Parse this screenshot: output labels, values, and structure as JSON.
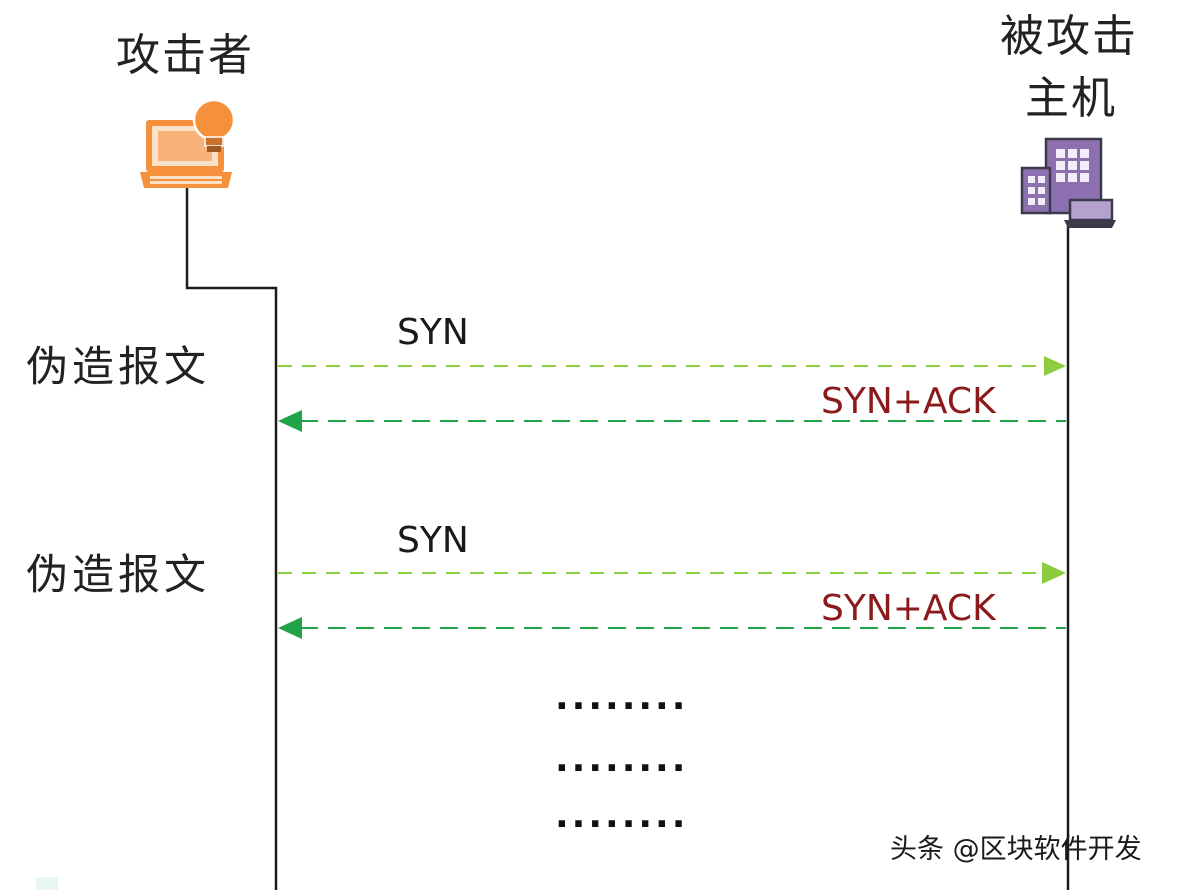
{
  "actors": {
    "attacker": {
      "label": "攻击者",
      "icon": "laptop-lightbulb-icon"
    },
    "victim": {
      "label_line1": "被攻击",
      "label_line2": "主机",
      "icon": "server-building-icon"
    }
  },
  "exchanges": [
    {
      "note": "伪造报文",
      "request": "SYN",
      "response": "SYN+ACK"
    },
    {
      "note": "伪造报文",
      "request": "SYN",
      "response": "SYN+ACK"
    }
  ],
  "ellipsis_rows": [
    "........",
    "........",
    "........"
  ],
  "watermark": "头条 @区块软件开发",
  "colors": {
    "line": "#1c1c1c",
    "request_arrow": "#8ccc3f",
    "response_arrow": "#21a34a",
    "response_text": "#8b1a1a",
    "laptop": "#f5913c",
    "bulb": "#f5913c",
    "server": "#8c70b0",
    "server_dark": "#3a3a4a"
  }
}
